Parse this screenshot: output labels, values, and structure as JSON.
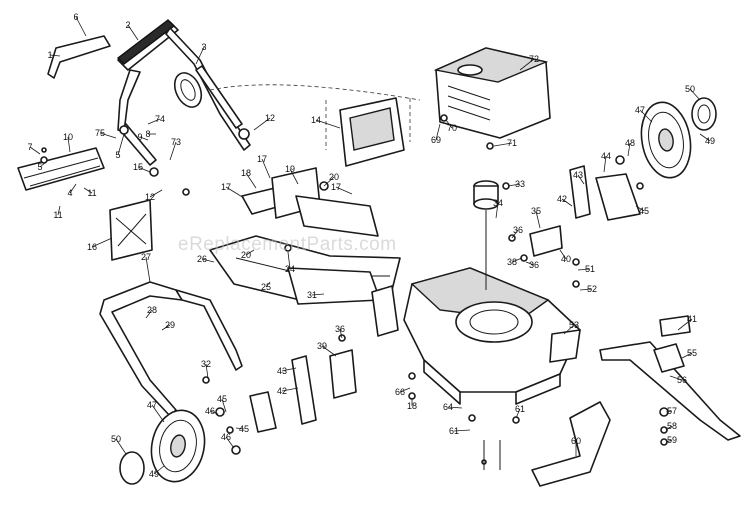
{
  "watermark": "eReplacementParts.com",
  "callouts": [
    "1",
    "2",
    "3",
    "4",
    "5",
    "6",
    "7",
    "8",
    "9",
    "10",
    "11",
    "12",
    "14",
    "15",
    "16",
    "17",
    "18",
    "19",
    "20",
    "24",
    "25",
    "26",
    "27",
    "28",
    "29",
    "31",
    "32",
    "33",
    "34",
    "35",
    "36",
    "38",
    "39",
    "40",
    "41",
    "42",
    "43",
    "44",
    "45",
    "46",
    "47",
    "48",
    "49",
    "50",
    "51",
    "52",
    "53",
    "55",
    "56",
    "57",
    "58",
    "59",
    "60",
    "61",
    "64",
    "66",
    "69",
    "70",
    "71",
    "72",
    "73",
    "74",
    "75"
  ]
}
